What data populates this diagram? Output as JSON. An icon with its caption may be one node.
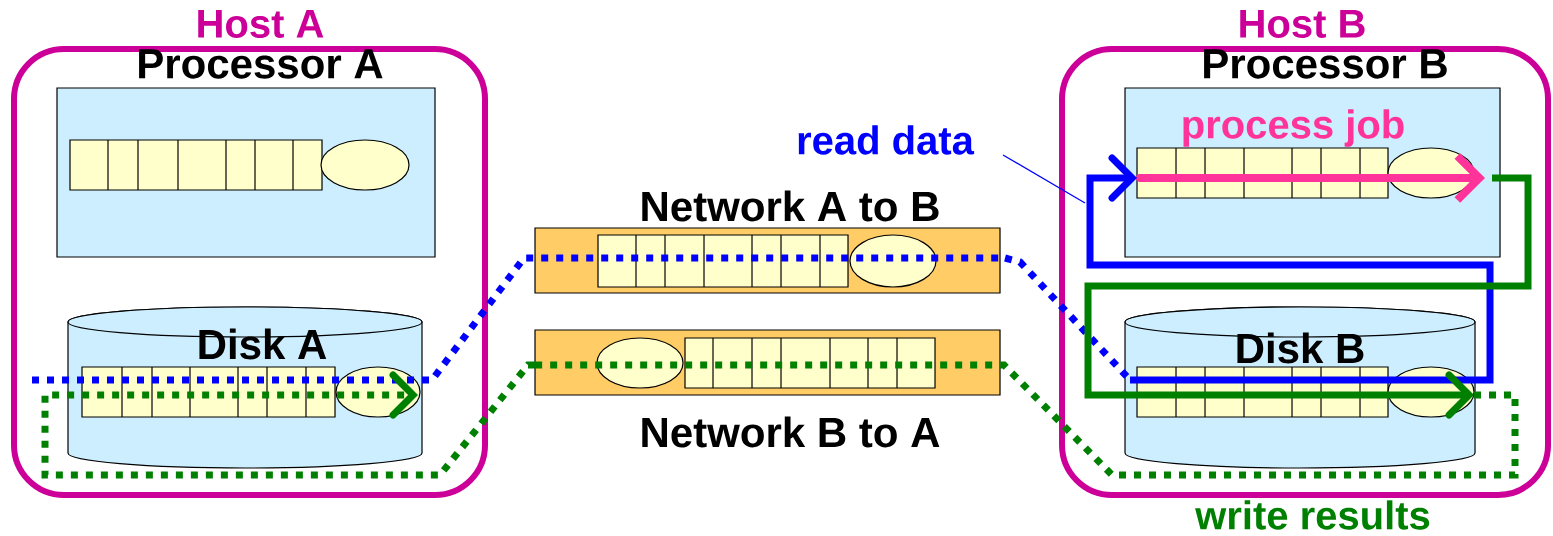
{
  "diagram": {
    "nodes": [
      {
        "text": [
          "Host A"
        ]
      },
      {
        "text": [
          "Processor A"
        ],
        "in": 0
      },
      {
        "text": [
          "Disk A"
        ],
        "in": 0
      },
      {
        "text": [
          "Network A to B"
        ]
      },
      {
        "text": [
          "Network B to A"
        ]
      },
      {
        "text": [
          "Host B"
        ]
      },
      {
        "text": [
          "Processor B"
        ],
        "in": 5
      },
      {
        "text": [
          "Disk B"
        ],
        "in": 5
      },
      {
        "text": [
          "read data"
        ]
      }
    ],
    "edges": [
      {
        "from": 2,
        "to": 3,
        "arrow": "none",
        "style": "dashed",
        "color": "#0000ff"
      },
      {
        "from": 3,
        "to": 7,
        "arrow": "none",
        "style": "dashed",
        "color": "#0000ff"
      },
      {
        "from": 7,
        "to": 6,
        "arrow": "to",
        "color": "#0000ff"
      },
      {
        "from": 6,
        "to": 7,
        "arrow": "to",
        "color": "#008000"
      },
      {
        "from": 7,
        "to": 4,
        "arrow": "none",
        "style": "dashed",
        "color": "#008000"
      },
      {
        "from": 4,
        "to": 2,
        "arrow": "to",
        "style": "dashed",
        "color": "#008000"
      },
      {
        "from": 8,
        "to": null,
        "arrow": "none",
        "color": "#0000ff"
      }
    ],
    "labels": [
      "process job",
      "write results"
    ]
  }
}
